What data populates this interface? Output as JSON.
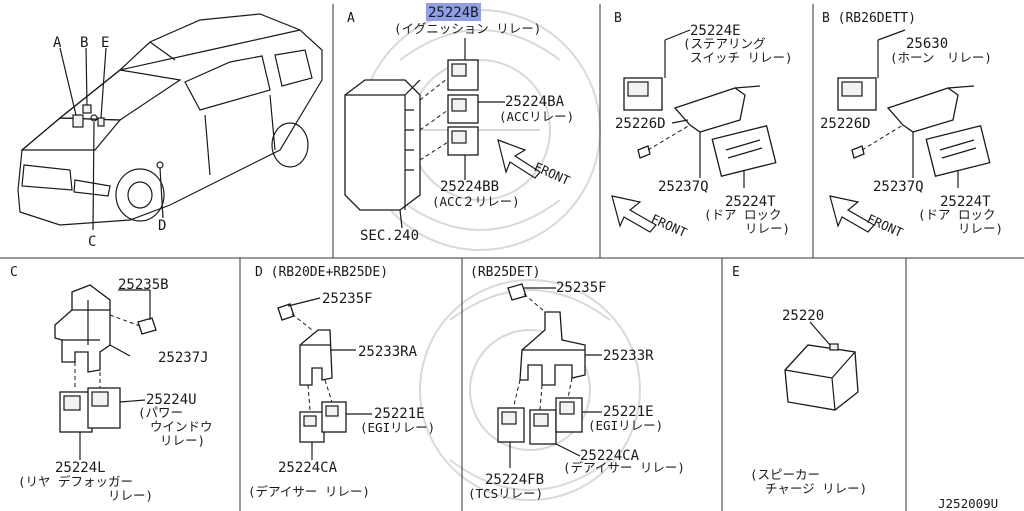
{
  "diagram": {
    "code": "J252009U",
    "sections": {
      "A": {
        "header": "A",
        "pn_highlight": "25224B",
        "desc_highlight": "(イグニッション リレー)",
        "pn_acc": "25224BA",
        "desc_acc": "(ACCリレー)",
        "pn_acc2": "25224BB",
        "desc_acc2": "(ACC２リレー)",
        "sec": "SEC.240",
        "front": "FRONT"
      },
      "B1": {
        "header": "B",
        "pn_main": "25224E",
        "desc_main_1": "(ステアリング",
        "desc_main_2": "スイッチ リレー)",
        "pn_bolt": "25226D",
        "pn_bracket": "25237Q",
        "pn_door": "25224T",
        "desc_door_1": "(ドア ロック",
        "desc_door_2": "リレー)",
        "front": "FRONT"
      },
      "B2": {
        "header": "B (RB26DETT)",
        "pn_main": "25630",
        "desc_main": "(ホーン　リレー)",
        "pn_bolt": "25226D",
        "pn_bracket": "25237Q",
        "pn_door": "25224T",
        "desc_door_1": "(ドア ロック",
        "desc_door_2": "リレー)",
        "front": "FRONT"
      },
      "C": {
        "header": "C",
        "pn_bolt": "25235B",
        "pn_bracket": "25237J",
        "pn_power": "25224U",
        "desc_power_1": "(パワー",
        "desc_power_2": "ウインドウ",
        "desc_power_3": "リレー)",
        "pn_rear": "25224L",
        "desc_rear_1": "(リヤ デフォッガー",
        "desc_rear_2": "リレー)"
      },
      "D1": {
        "header": "D (RB20DE+RB25DE)",
        "pn_bolt": "25235F",
        "pn_bracket": "25233RA",
        "pn_egi": "25221E",
        "desc_egi": "(EGIリレー)",
        "pn_de": "25224CA",
        "desc_de": "(デアイサー リレー)"
      },
      "D2": {
        "header": "(RB25DET)",
        "pn_bolt": "25235F",
        "pn_bracket": "25233R",
        "pn_egi": "25221E",
        "desc_egi": "(EGIリレー)",
        "pn_de": "25224CA",
        "desc_de": "(デアイサー リレー)",
        "pn_tcs": "25224FB",
        "desc_tcs": "(TCSリレー)"
      },
      "E": {
        "header": "E",
        "pn_main": "25220",
        "desc_1": "(スピーカー",
        "desc_2": "チャージ リレー)"
      },
      "car": {
        "label_a": "A",
        "label_b": "B",
        "label_e": "E",
        "label_c": "C",
        "label_d": "D"
      }
    }
  }
}
